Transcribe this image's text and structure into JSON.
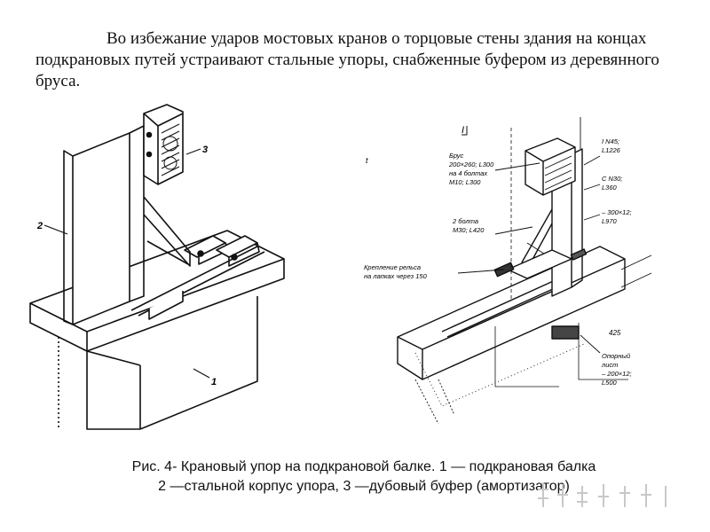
{
  "intro": {
    "text": "Во избежание ударов мостовых кранов о торцовые стены здания на концах подкрановых путей устраивают стальные упоры, снабженные буфером из деревянного бруса."
  },
  "figure_left": {
    "labels": [
      "1",
      "2",
      "3"
    ]
  },
  "figure_right": {
    "annotations": {
      "top_mark": "I",
      "brus": [
        "Брус",
        "200×260; L300",
        "на 4 болтах",
        "M10; L300"
      ],
      "bolts": [
        "2 болта",
        "M30; L420"
      ],
      "rail_fastening": [
        "Крепление рельса",
        "на лапках через 150"
      ],
      "dim_i": [
        "I N45;",
        "L1226"
      ],
      "dim_c": [
        "C N30;",
        "L360"
      ],
      "dim_plate": [
        "– 300×12;",
        "L970"
      ],
      "support_sheet": [
        "Опорный",
        "лист",
        "– 200×12;",
        "L500"
      ],
      "dim_425": "425",
      "side_mark": "t"
    }
  },
  "caption": {
    "line1": "Рис. 4- Крановый упор на подкрановой балке.  1 — подкрановая балка",
    "line2": "2 —стальной корпус упора,  3 —дубовый буфер (амортизатор)"
  }
}
